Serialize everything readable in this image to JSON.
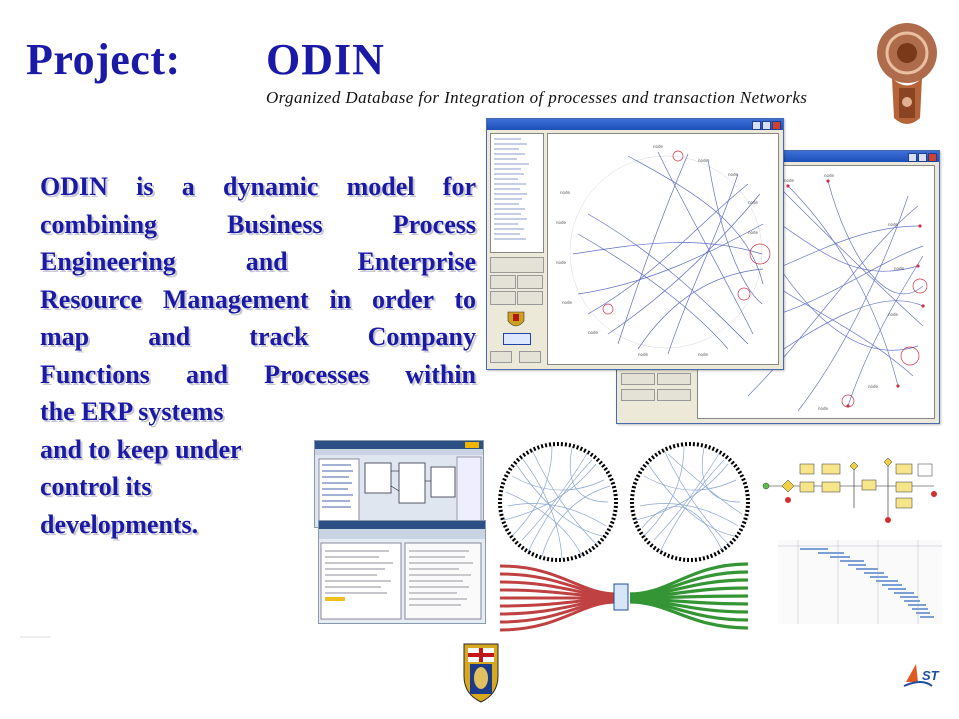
{
  "title": {
    "project_label": "Project:",
    "name": "ODIN"
  },
  "subtitle": "Organized Database for Integration of processes and transaction Networks",
  "description_lines": [
    "ODIN is a dynamic model for",
    "combining Business Process",
    "Engineering and Enterprise",
    "Resource Management in order to",
    "map and track Company",
    "Functions and Processes within",
    "the ERP systems",
    "and to keep under",
    "control its",
    "developments."
  ],
  "colors": {
    "title": "#1a1aa6",
    "network_edge": "#4455bb",
    "node_ring": "#cc3344",
    "flow_red": "#b52020",
    "flow_green": "#1e8a1e"
  },
  "icons": {
    "top_right": "ornamental-seal-icon",
    "bottom_center": "university-crest-icon",
    "bottom_right": "dist-logo-icon"
  }
}
